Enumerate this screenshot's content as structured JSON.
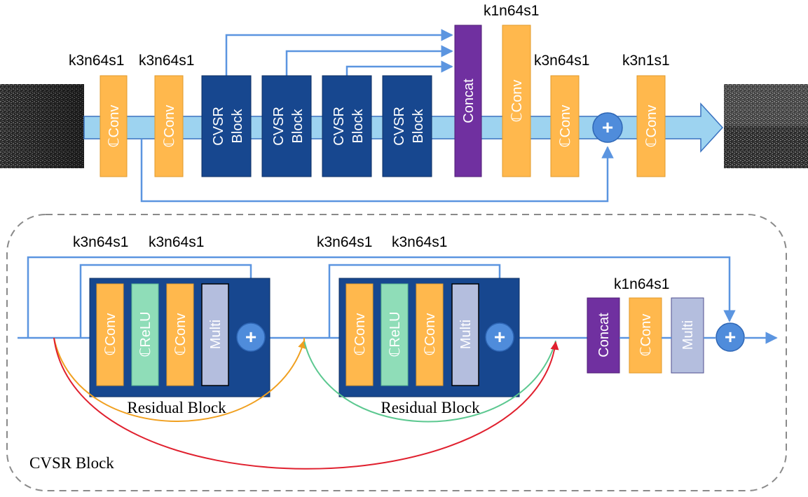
{
  "colors": {
    "conv_orange": "#FFB84D",
    "relu_green": "#8FDDB8",
    "multi_lavender": "#B4BEDE",
    "cvsr_block_blue": "#17478F",
    "concat_purple": "#7030A0",
    "arrow_blue": "#5B95E0",
    "band_lightblue": "#9DD3F0",
    "skip_orange": "#F0A020",
    "skip_green": "#5CC890",
    "skip_red": "#E0202E"
  },
  "top": {
    "labels": {
      "k1": "k3n64s1",
      "k2": "k3n64s1",
      "k3": "k1n64s1",
      "k4": "k3n64s1",
      "k5": "k3n1s1"
    },
    "conv_text": "ℂConv",
    "cvsr_text_1": "CVSR",
    "cvsr_text_2": "Block",
    "concat_text": "Concat",
    "plus_symbol": "+"
  },
  "bottom": {
    "labels": {
      "rb1_a": "k3n64s1",
      "rb1_b": "k3n64s1",
      "rb2_a": "k3n64s1",
      "rb2_b": "k3n64s1",
      "tail": "k1n64s1"
    },
    "conv_text": "ℂConv",
    "relu_text": "ℂReLU",
    "multi_text": "Multi",
    "concat_text": "Concat",
    "residual_label_1": "Residual Block",
    "residual_label_2": "Residual Block",
    "cvsr_caption": "CVSR Block",
    "plus_symbol": "+"
  }
}
